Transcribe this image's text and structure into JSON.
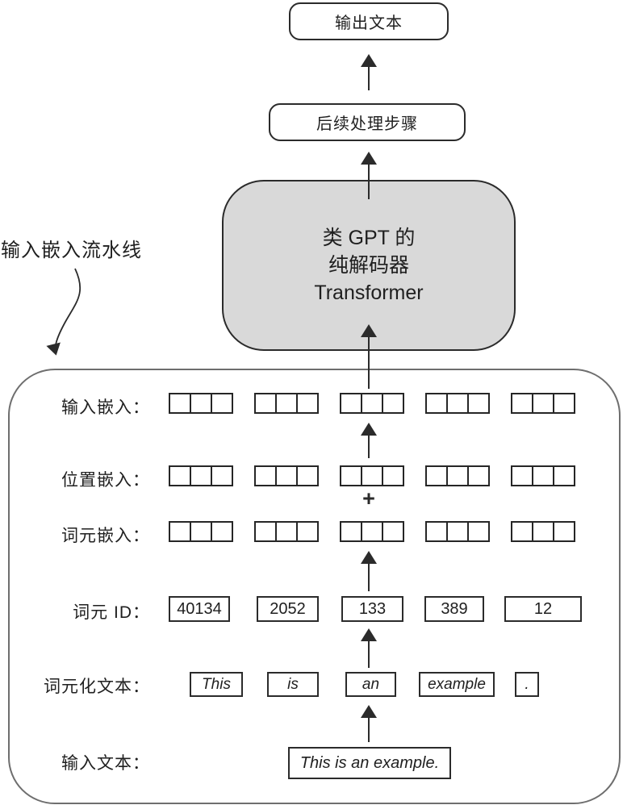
{
  "top": {
    "output_box_label": "输出文本",
    "post_process_box_label": "后续处理步骤"
  },
  "transformer_box": {
    "line1": "类 GPT 的",
    "line2": "纯解码器",
    "line3": "Transformer"
  },
  "pipeline_label": "输入嵌入流水线",
  "rows": {
    "input_embedding_label": "输入嵌入：",
    "positional_embedding_label": "位置嵌入：",
    "token_embedding_label": "词元嵌入：",
    "token_id_label": "词元 ID：",
    "tokenized_text_label": "词元化文本：",
    "input_text_label": "输入文本："
  },
  "plus_sign": "+",
  "tokens": {
    "ids": [
      "40134",
      "2052",
      "133",
      "389",
      "12"
    ],
    "texts": [
      "This",
      "is",
      "an",
      "example",
      "."
    ],
    "input_text": "This is an example."
  },
  "embeddings": {
    "groups": 5,
    "squares_per_group": 3
  },
  "colors": {
    "line": "#2b2b2b",
    "transformer_fill": "#d9d9d9",
    "container_border": "#6e6e6e",
    "background": "#ffffff"
  }
}
